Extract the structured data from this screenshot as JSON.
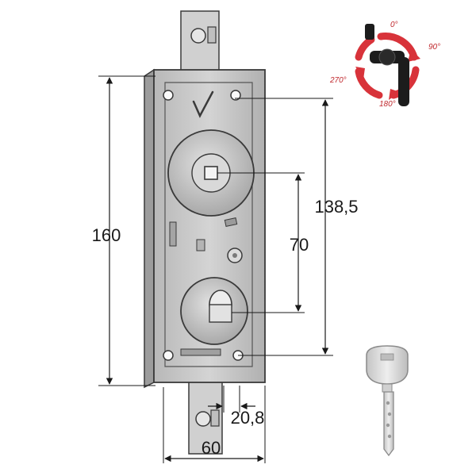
{
  "dimensions": {
    "height_total": "160",
    "spindle_to_bottom": "138,5",
    "spindle_to_cylinder": "70",
    "backset": "20,8",
    "width": "60"
  },
  "rotation_labels": {
    "deg_0": "0°",
    "deg_90": "90°",
    "deg_180": "180°",
    "deg_270": "270°"
  },
  "colors": {
    "body_fill": "#c9c9c9",
    "body_stroke": "#3a3a3a",
    "arrow_red": "#d8333a",
    "key_fill": "#d6d6d6"
  }
}
